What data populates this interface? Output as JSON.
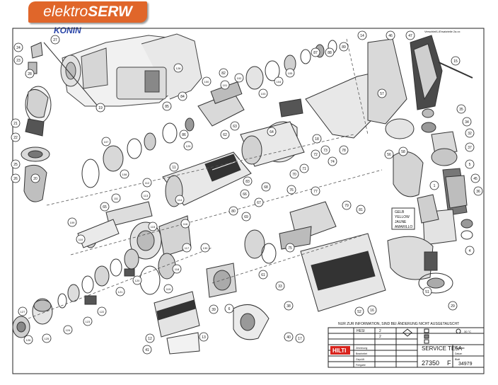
{
  "logo": {
    "brand_a": "elektro",
    "brand_b": "SERW",
    "city": "KONIN"
  },
  "top_note": "Verschleiß-/Ersatzteile 2a.xx",
  "notice": "NUR ZUR INFORMATION, SIND BEI ÄNDERUNG NICHT AUSGETAUSCHT",
  "color_label": {
    "lines": [
      "GELB",
      "YELLOW",
      "JAUNE",
      "AMARILLO"
    ]
  },
  "title_block": {
    "service_label": "SERVICE TE5A",
    "drawing_number": "27350",
    "revision": "F",
    "doc_number": "34979",
    "brand": "HILTI",
    "scale_label": "Maßstab",
    "date_label": "Datum",
    "sheet_label": "Blatt",
    "qty_a": "2",
    "qty_b": "2",
    "code": "HESI",
    "temp": "30 °C",
    "rows": [
      "Zeichnung",
      "Bearbeitet",
      "Geprüft",
      "Freigabe"
    ]
  },
  "callouts": [
    {
      "n": "24"
    },
    {
      "n": "23"
    },
    {
      "n": "28"
    },
    {
      "n": "27"
    },
    {
      "n": "21"
    },
    {
      "n": "22"
    },
    {
      "n": "25"
    },
    {
      "n": "26"
    },
    {
      "n": "19"
    },
    {
      "n": "84"
    },
    {
      "n": "85"
    },
    {
      "n": "86"
    },
    {
      "n": "82"
    },
    {
      "n": "100"
    },
    {
      "n": "101"
    },
    {
      "n": "102"
    },
    {
      "n": "103"
    },
    {
      "n": "104"
    },
    {
      "n": "105"
    },
    {
      "n": "107"
    },
    {
      "n": "108"
    },
    {
      "n": "87"
    },
    {
      "n": "88"
    },
    {
      "n": "89"
    },
    {
      "n": "14"
    },
    {
      "n": "46"
    },
    {
      "n": "47"
    },
    {
      "n": "57"
    },
    {
      "n": "15"
    },
    {
      "n": "35"
    },
    {
      "n": "34"
    },
    {
      "n": "32"
    },
    {
      "n": "37"
    },
    {
      "n": "5"
    },
    {
      "n": "45"
    },
    {
      "n": "36"
    },
    {
      "n": "56"
    },
    {
      "n": "58"
    },
    {
      "n": "1"
    },
    {
      "n": "4"
    },
    {
      "n": "51"
    },
    {
      "n": "29"
    },
    {
      "n": "6"
    },
    {
      "n": "70"
    },
    {
      "n": "71"
    },
    {
      "n": "72"
    },
    {
      "n": "73"
    },
    {
      "n": "74"
    },
    {
      "n": "75"
    },
    {
      "n": "76"
    },
    {
      "n": "77"
    },
    {
      "n": "78"
    },
    {
      "n": "79"
    },
    {
      "n": "80"
    },
    {
      "n": "81"
    },
    {
      "n": "83"
    },
    {
      "n": "66"
    },
    {
      "n": "67"
    },
    {
      "n": "68"
    },
    {
      "n": "69"
    },
    {
      "n": "61"
    },
    {
      "n": "62"
    },
    {
      "n": "63"
    },
    {
      "n": "64"
    },
    {
      "n": "65"
    },
    {
      "n": "11"
    },
    {
      "n": "12"
    },
    {
      "n": "13"
    },
    {
      "n": "16"
    },
    {
      "n": "17"
    },
    {
      "n": "18"
    },
    {
      "n": "20"
    },
    {
      "n": "33"
    },
    {
      "n": "38"
    },
    {
      "n": "39"
    },
    {
      "n": "40"
    },
    {
      "n": "41"
    },
    {
      "n": "52"
    },
    {
      "n": "109"
    },
    {
      "n": "110"
    },
    {
      "n": "111"
    },
    {
      "n": "112"
    },
    {
      "n": "113"
    },
    {
      "n": "114"
    },
    {
      "n": "115"
    },
    {
      "n": "116"
    },
    {
      "n": "117"
    },
    {
      "n": "118"
    },
    {
      "n": "119"
    },
    {
      "n": "120"
    },
    {
      "n": "121"
    },
    {
      "n": "122"
    },
    {
      "n": "123"
    },
    {
      "n": "124"
    },
    {
      "n": "125"
    },
    {
      "n": "126"
    },
    {
      "n": "127"
    },
    {
      "n": "128"
    },
    {
      "n": "129"
    },
    {
      "n": "130"
    }
  ]
}
